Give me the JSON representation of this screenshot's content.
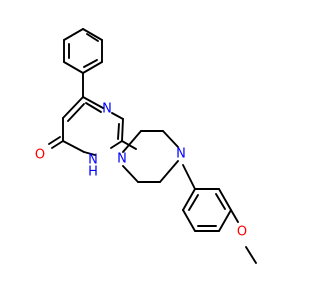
{
  "atoms": {
    "n_ring_top": {
      "text": "N",
      "color": "#0000ff"
    },
    "nh": {
      "text": "H",
      "n": "N",
      "color": "#0000ff"
    },
    "oxo": {
      "text": "O",
      "color": "#ff0000"
    },
    "n_pip_left": {
      "text": "N",
      "color": "#0000ff"
    },
    "n_pip_right": {
      "text": "N",
      "color": "#0000ff"
    },
    "o_methoxy": {
      "text": "O",
      "color": "#ff0000"
    }
  }
}
